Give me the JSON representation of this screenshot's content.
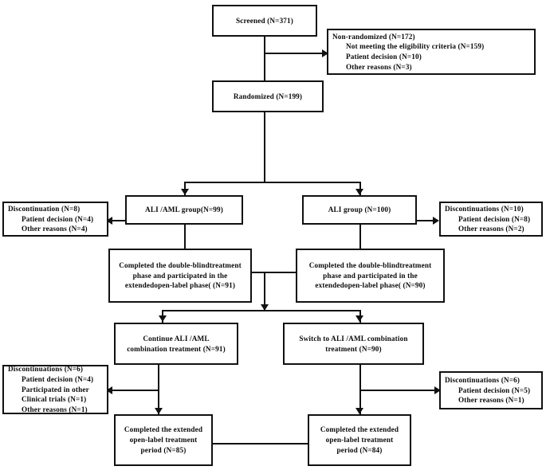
{
  "chart_data": {
    "type": "diagram",
    "title": "CONSORT participant flow diagram",
    "nodes": [
      {
        "id": "screened",
        "label": "Screened (N=371)",
        "n": 371
      },
      {
        "id": "non_randomized",
        "label": "Non-randomized (N=172)",
        "n": 172
      },
      {
        "id": "randomized",
        "label": "Randomized (N=199)",
        "n": 199
      },
      {
        "id": "ali_aml_group",
        "label": "ALI /AML group(N=99)",
        "n": 99
      },
      {
        "id": "ali_group",
        "label": "ALI group (N=100)",
        "n": 100
      },
      {
        "id": "disc_left_1",
        "label": "Discontinuation (N=8)",
        "n": 8
      },
      {
        "id": "disc_right_1",
        "label": "Discontinuations (N=10)",
        "n": 10
      },
      {
        "id": "completed_db_left",
        "label": "Completed the double-blindtreatment phase and participated in the extendedopen-label phase( (N=91)",
        "n": 91
      },
      {
        "id": "completed_db_right",
        "label": "Completed the double-blindtreatment phase and participated in the extendedopen-label phase( (N=90)",
        "n": 90
      },
      {
        "id": "continue",
        "label": "Continue ALI /AML combination treatment (N=91)",
        "n": 91
      },
      {
        "id": "switch",
        "label": "Switch to ALI /AML combination treatment (N=90)",
        "n": 90
      },
      {
        "id": "disc_left_2",
        "label": "Discontinuations (N=6)",
        "n": 6
      },
      {
        "id": "disc_right_2",
        "label": "Discontinuations (N=6)",
        "n": 6
      },
      {
        "id": "completed_ext_left",
        "label": "Completed the extended open-label treatment period (N=85)",
        "n": 85
      },
      {
        "id": "completed_ext_right",
        "label": "Completed the extended open-label treatment period (N=84)",
        "n": 84
      }
    ]
  },
  "boxes": {
    "screened": {
      "line1": "Screened (N=371)"
    },
    "non_randomized": {
      "line1": "Non-randomized (N=172)",
      "line2": "Not meeting the eligibility criteria (N=159)",
      "line3": "Patient decision (N=10)",
      "line4": "Other reasons (N=3)"
    },
    "randomized": {
      "line1": "Randomized (N=199)"
    },
    "ali_aml_group": {
      "line1": "ALI /AML group(N=99)"
    },
    "ali_group": {
      "line1": "ALI group (N=100)"
    },
    "discontinuation_left_1": {
      "line1": "Discontinuation (N=8)",
      "line2": "Patient decision (N=4)",
      "line3": "Other reasons (N=4)"
    },
    "discontinuations_right_1": {
      "line1": "Discontinuations (N=10)",
      "line2": "Patient decision (N=8)",
      "line3": "Other reasons (N=2)"
    },
    "completed_db_left": {
      "line1": "Completed the double-blindtreatment",
      "line2": "phase and participated in the",
      "line3": "extendedopen-label phase( (N=91)"
    },
    "completed_db_right": {
      "line1": "Completed the double-blindtreatment",
      "line2": "phase and participated in the",
      "line3": "extendedopen-label phase( (N=90)"
    },
    "continue_treatment": {
      "line1": "Continue ALI /AML",
      "line2": "combination treatment (N=91)"
    },
    "switch_treatment": {
      "line1": "Switch to ALI /AML combination",
      "line2": "treatment (N=90)"
    },
    "discontinuations_left_2": {
      "line1": "Discontinuations (N=6)",
      "line2": "Patient decision (N=4)",
      "line3": "Participated in other",
      "line4": "Clinical trials (N=1)",
      "line5": "Other reasons (N=1)"
    },
    "discontinuations_right_2": {
      "line1": "Discontinuations (N=6)",
      "line2": "Patient decision (N=5)",
      "line3": "Other reasons (N=1)"
    },
    "completed_ext_left": {
      "line1": "Completed the extended",
      "line2": "open-label treatment",
      "line3": "period (N=85)"
    },
    "completed_ext_right": {
      "line1": "Completed the extended",
      "line2": "open-label treatment",
      "line3": "period (N=84)"
    }
  },
  "colors": {
    "stroke": "#111111",
    "background": "#ffffff",
    "text": "#0b0b0b"
  }
}
